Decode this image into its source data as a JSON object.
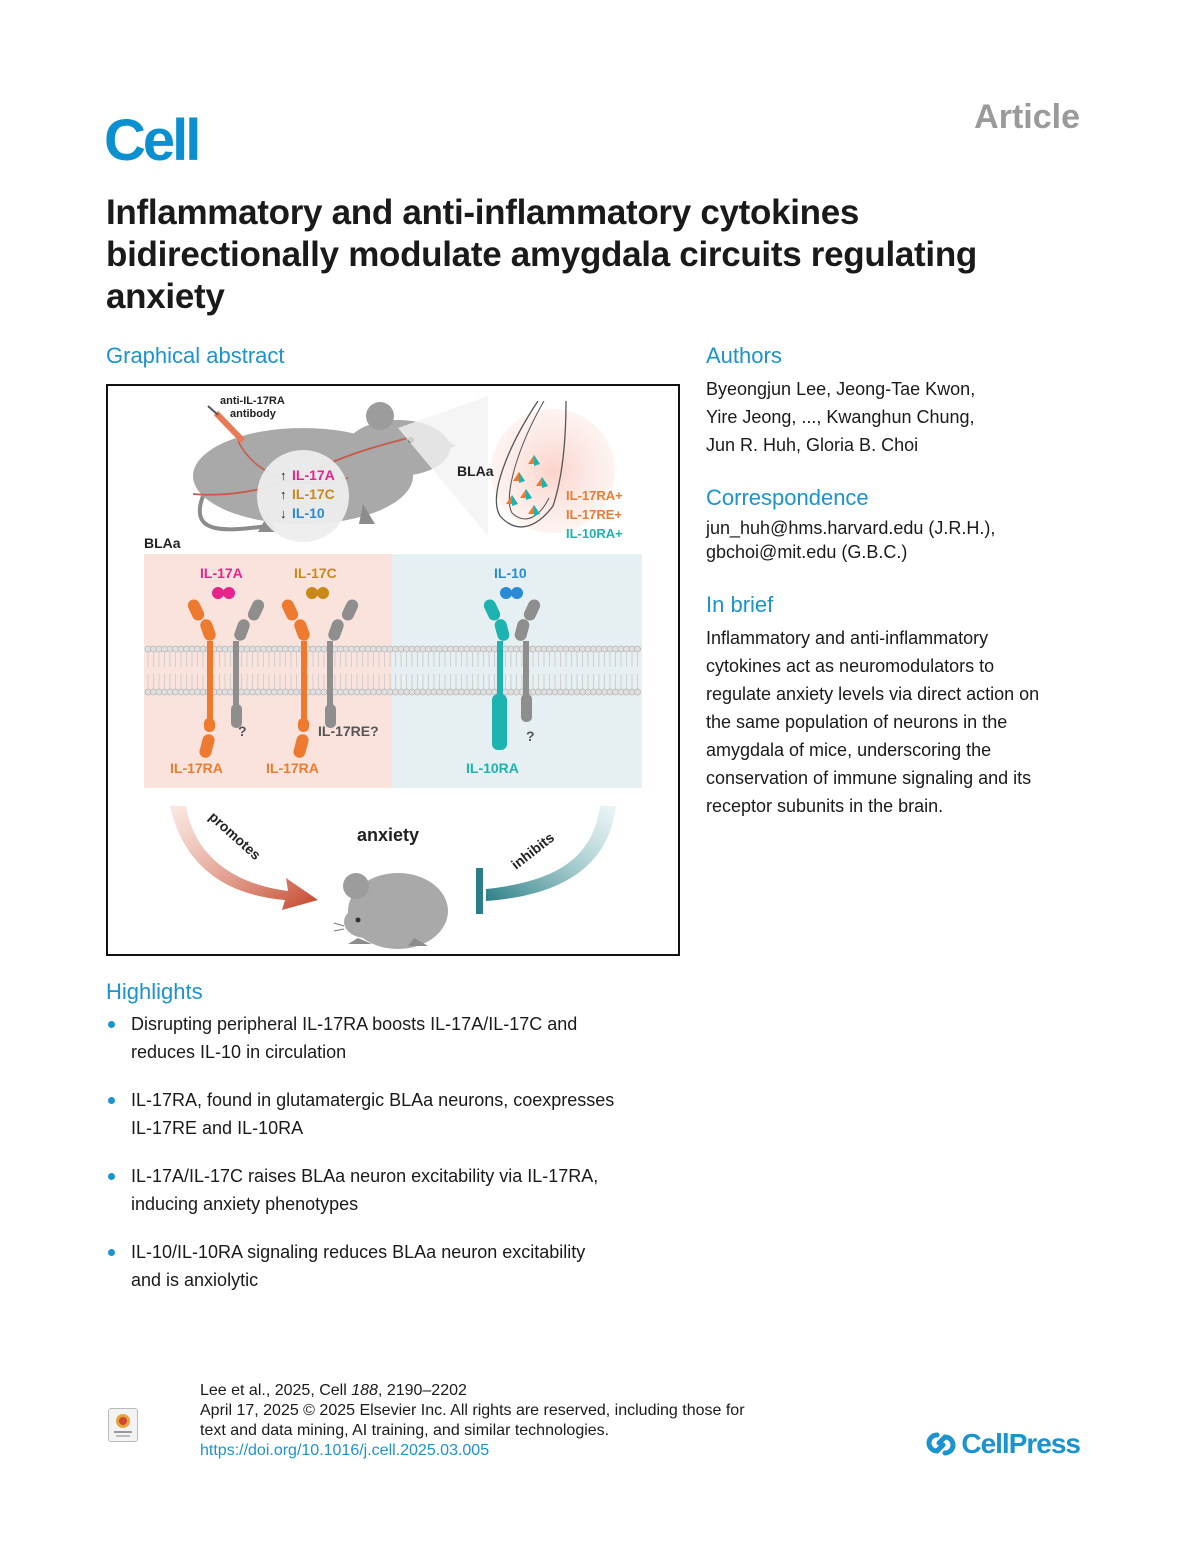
{
  "header": {
    "journal_logo": "Cell",
    "article_type": "Article"
  },
  "title": "Inflammatory and anti-inflammatory cytokines bidirectionally modulate amygdala circuits regulating anxiety",
  "graphical_abstract": {
    "heading": "Graphical abstract",
    "antibody_line1": "anti-IL-17RA",
    "antibody_line2": "antibody",
    "blood_levels": [
      "IL-17A",
      "IL-17C",
      "IL-10"
    ],
    "blaa_top": "BLAa",
    "neuron_labels": [
      "IL-17RA+",
      "IL-17RE+",
      "IL-10RA+"
    ],
    "blaa_left": "BLAa",
    "cytokines": [
      "IL-17A",
      "IL-17C",
      "IL-10"
    ],
    "receptor_labels": [
      "IL-17RA",
      "IL-17RA",
      "IL-10RA"
    ],
    "unknown_mark": "?",
    "il17re_question": "IL-17RE?",
    "promotes": "promotes",
    "inhibits": "inhibits",
    "anxiety": "anxiety",
    "colors": {
      "il17a": "#e5258c",
      "il17c": "#c8891a",
      "il10": "#2a8ad4",
      "receptor_orange": "#ee7a2f",
      "receptor_teal": "#1cb3b0",
      "inflam_bg": "#fbe3dd",
      "anti_bg": "#e6eff1"
    }
  },
  "authors": {
    "heading": "Authors",
    "lines": [
      "Byeongjun Lee, Jeong-Tae Kwon,",
      "Yire Jeong, ..., Kwanghun Chung,",
      "Jun R. Huh, Gloria B. Choi"
    ]
  },
  "correspondence": {
    "heading": "Correspondence",
    "lines": [
      "jun_huh@hms.harvard.edu (J.R.H.),",
      "gbchoi@mit.edu (G.B.C.)"
    ]
  },
  "in_brief": {
    "heading": "In brief",
    "lines": [
      "Inflammatory and anti-inflammatory",
      "cytokines act as neuromodulators to",
      "regulate anxiety levels via direct action on",
      "the same population of neurons in the",
      "amygdala of mice, underscoring the",
      "conservation of immune signaling and its",
      "receptor subunits in the brain."
    ]
  },
  "highlights": {
    "heading": "Highlights",
    "items": [
      {
        "line1": "Disrupting peripheral IL-17RA boosts IL-17A/IL-17C and",
        "line2": "reduces IL-10 in circulation"
      },
      {
        "line1": "IL-17RA, found in glutamatergic BLAa neurons, coexpresses",
        "line2": "IL-17RE and IL-10RA"
      },
      {
        "line1": "IL-17A/IL-17C raises BLAa neuron excitability via IL-17RA,",
        "line2": "inducing anxiety phenotypes"
      },
      {
        "line1": "IL-10/IL-10RA signaling reduces BLAa neuron excitability",
        "line2": "and is anxiolytic"
      }
    ]
  },
  "footer": {
    "citation_authors": "Lee et al., 2025, Cell ",
    "citation_volume": "188",
    "citation_pages": ", 2190–2202",
    "date_line": "April 17, 2025 © 2025 Elsevier Inc. All rights are reserved, including those for",
    "rights_line": "text and data mining, AI training, and similar technologies.",
    "doi": "https://doi.org/10.1016/j.cell.2025.03.005",
    "check_badge": "Check for updates",
    "publisher": "CellPress"
  }
}
